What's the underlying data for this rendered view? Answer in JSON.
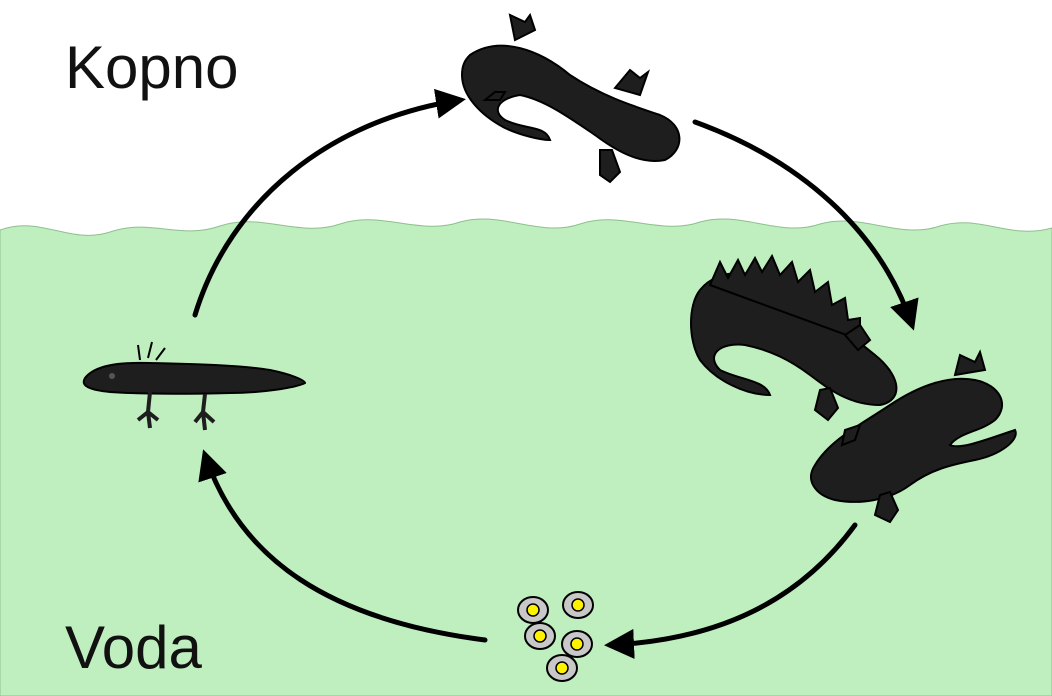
{
  "labels": {
    "land": "Kopno",
    "water": "Voda"
  },
  "colors": {
    "water": "#bfeebf",
    "animal": "#1e1e1e",
    "arrow": "#000000",
    "egg_shell": "#c8c8c8",
    "egg_yolk": "#fff200"
  },
  "stages": [
    "adult-on-land",
    "breeding-adults-in-water",
    "eggs",
    "larva"
  ]
}
